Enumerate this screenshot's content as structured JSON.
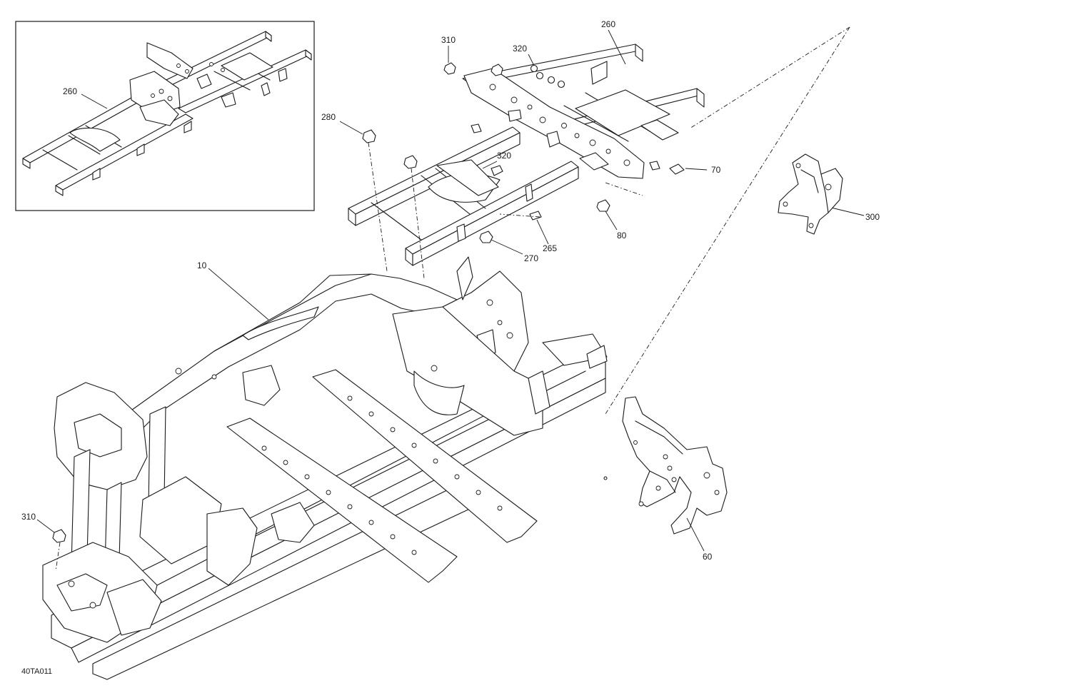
{
  "figure_code": "40TA011",
  "callouts": {
    "c260_inset": "260",
    "c310_top": "310",
    "c320_top": "320",
    "c260_top": "260",
    "c280": "280",
    "c320_mid": "320",
    "c70": "70",
    "c300": "300",
    "c80": "80",
    "c265": "265",
    "c270": "270",
    "c10": "10",
    "c310_bottom": "310",
    "c60": "60"
  }
}
